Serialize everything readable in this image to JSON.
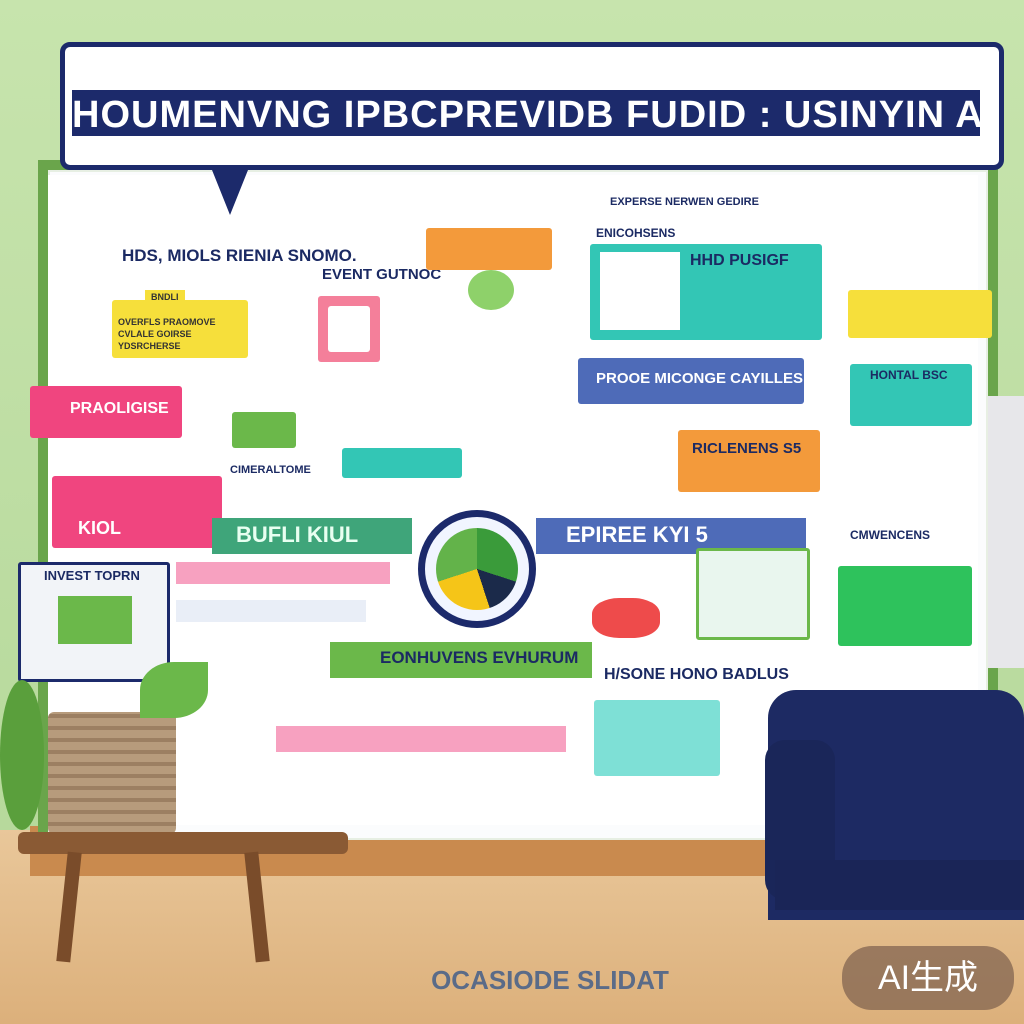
{
  "title": "HOUMENVNG IPBCPREVIDB FUDID : USINYIN AI",
  "labels": {
    "top_left": "HDS, MIOLS RIENIA SNOMO.",
    "event": "EVENT GUTNOC",
    "yellow_box": "BNDLI",
    "yellow_text": "OVERFLS PRAOMOVE CVLALE GOIRSE YDSRCHERSE",
    "pink_left": "PRAOLIGISE",
    "pink_left2": "KIOL",
    "chart_label": "CIMERALTOME",
    "teal_head": "ENICOHSENS",
    "hub_teal_title": "HHD PUSIGF",
    "blue_right": "PROOE MICONGE  CAYILLES",
    "teal_right": "HONTAL BSC",
    "orange": "RICLENENS S5",
    "green_banner": "BUFLI KIUL",
    "blue_banner": "EPIREE KYI 5",
    "invest": "INVEST TOPRN",
    "green_bottom": "EONHUVENS EVHURUM",
    "house": "H/SONE HONO BADLUS",
    "convenience": "CMWENCENS",
    "header_top": "EXPERSE NERWEN GEDIRE",
    "footer": "OCASIODE SLIDAT",
    "badge": "AI生成"
  },
  "colors": {
    "navy": "#1c2a6b",
    "green": "#6bb84a",
    "teal": "#33c6b5",
    "pink": "#f0457f",
    "yellow": "#f6df3b",
    "orange": "#f39a3b"
  }
}
